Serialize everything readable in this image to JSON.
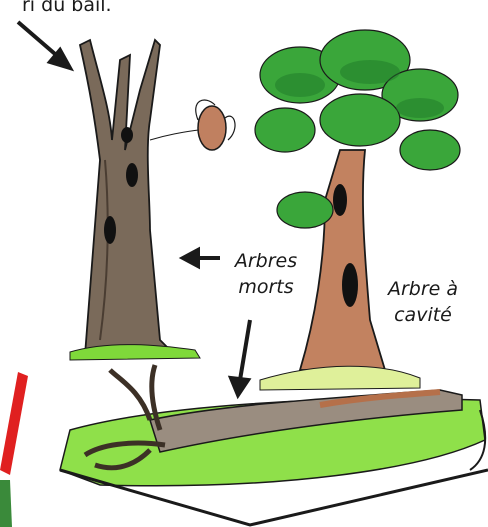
{
  "labels": {
    "top_fragment": "ri du bail.",
    "dead_trees_1": "Arbres",
    "dead_trees_2": "morts",
    "cavity_tree_1": "Arbre à",
    "cavity_tree_2": "cavité"
  },
  "colors": {
    "bark_dark": "#6b5a4a",
    "bark_light": "#a89a8a",
    "bark_red": "#b5704a",
    "foliage": "#3aa63a",
    "foliage_dark": "#1f7a2a",
    "grass": "#7fd93a",
    "ground": "#dff09a",
    "accent_red": "#e02020",
    "outline": "#1a1a1a"
  }
}
